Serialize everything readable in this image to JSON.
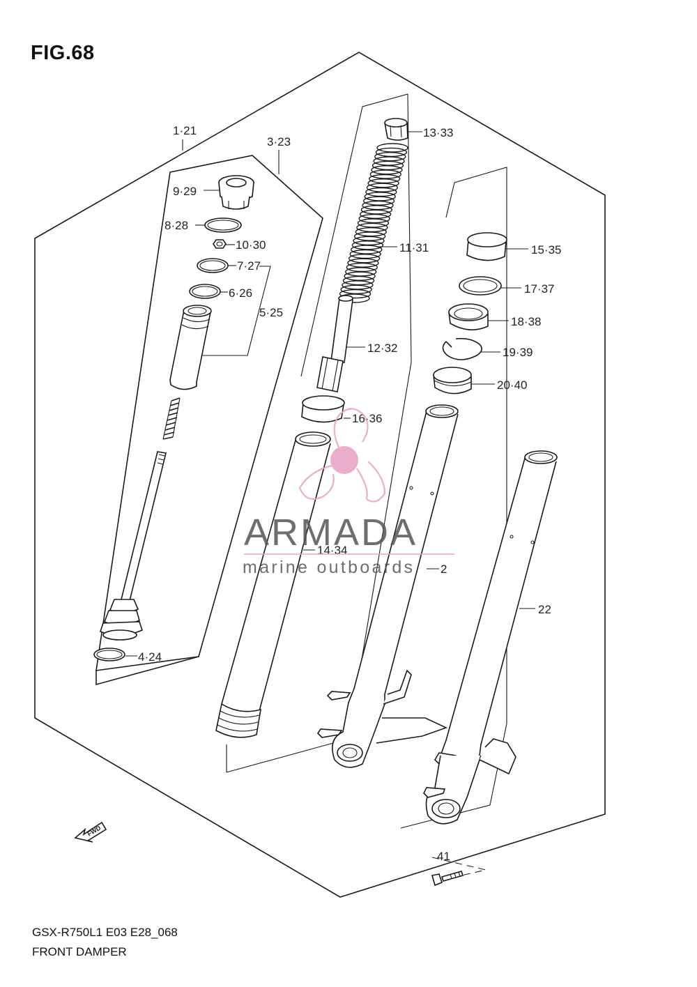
{
  "figure": {
    "title": "FIG.68",
    "model_code": "GSX-R750L1 E03 E28_068",
    "name": "FRONT DAMPER"
  },
  "callouts": {
    "c1": "1·21",
    "c3": "3·23",
    "c9": "9·29",
    "c8": "8·28",
    "c10": "10·30",
    "c7": "7·27",
    "c6": "6·26",
    "c5": "5·25",
    "c4": "4·24",
    "c13": "13·33",
    "c11": "11·31",
    "c12": "12·32",
    "c16": "16·36",
    "c14": "14·34",
    "c15": "15·35",
    "c17": "17·37",
    "c18": "18·38",
    "c19": "19·39",
    "c20": "20·40",
    "c2": "2",
    "c22": "22",
    "c41": "41"
  },
  "fwd_arrow": "FWD",
  "watermark": {
    "brand": "ARMADA",
    "tagline": "marine outboards",
    "color": "#e8a6c6",
    "text_color": "#555555"
  },
  "icons": [
    "fwd-arrow-icon",
    "propeller-logo-icon"
  ]
}
